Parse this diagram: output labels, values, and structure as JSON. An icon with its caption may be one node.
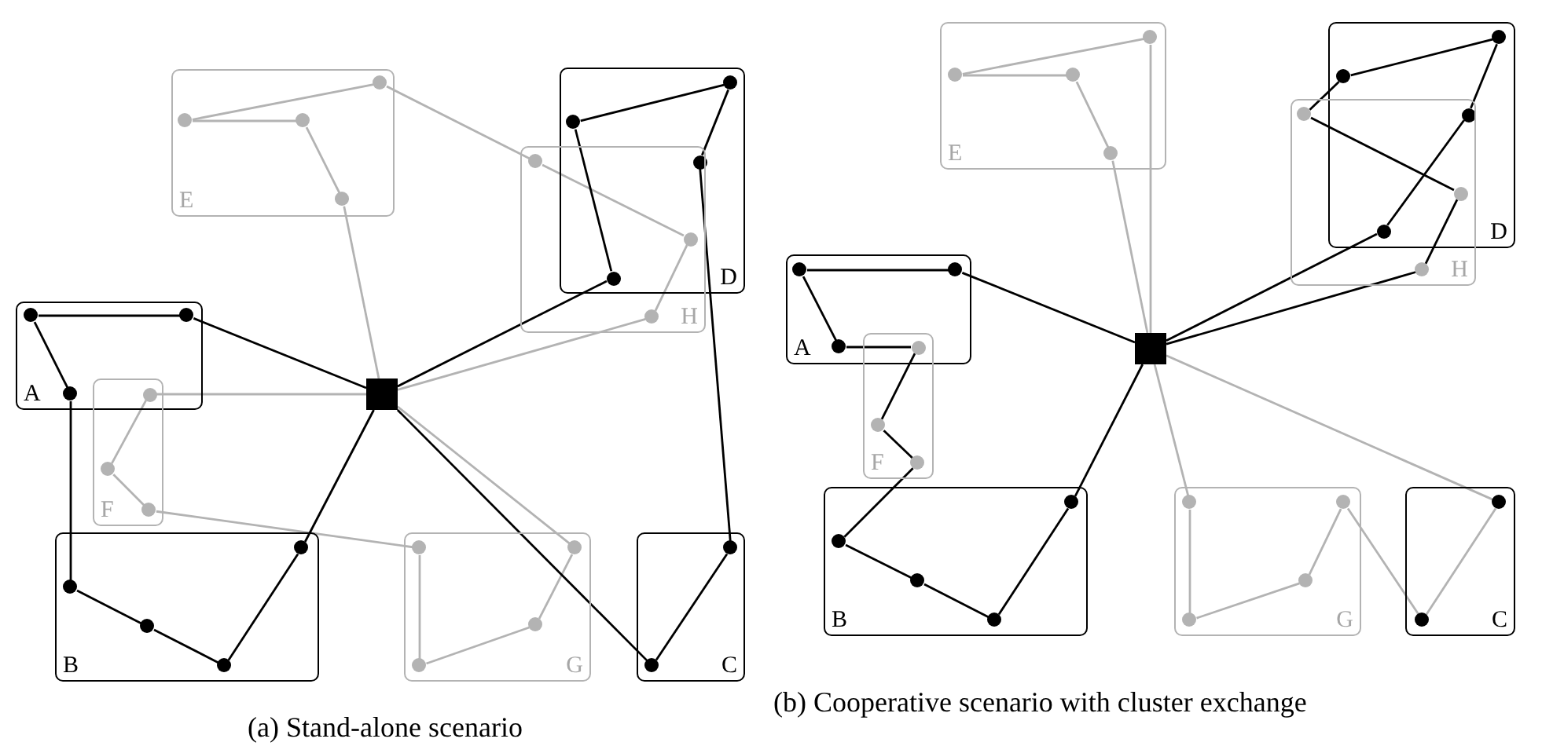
{
  "diagram": {
    "nodes": [
      {
        "text": [
          "E"
        ]
      },
      {
        "text": [],
        "shape": "circle",
        "in": 0
      },
      {
        "text": [],
        "shape": "circle",
        "in": 0
      },
      {
        "text": [],
        "shape": "circle",
        "in": 0
      },
      {
        "text": [],
        "shape": "circle",
        "in": 0
      },
      {
        "text": [
          "D"
        ]
      },
      {
        "text": [],
        "shape": "circle",
        "in": 5
      },
      {
        "text": [],
        "shape": "circle",
        "in": 5
      },
      {
        "text": [],
        "shape": "circle"
      },
      {
        "text": [],
        "shape": "circle"
      },
      {
        "text": [
          "H"
        ]
      },
      {
        "text": [],
        "shape": "circle",
        "in": 10
      },
      {
        "text": [],
        "shape": "circle"
      },
      {
        "text": [],
        "shape": "circle",
        "in": 10
      },
      {
        "text": [
          "A"
        ]
      },
      {
        "text": [],
        "shape": "circle",
        "in": 14
      },
      {
        "text": [],
        "shape": "circle",
        "in": 14
      },
      {
        "text": [],
        "shape": "circle",
        "in": 14
      },
      {
        "text": [
          "F"
        ]
      },
      {
        "text": [],
        "shape": "circle"
      },
      {
        "text": [],
        "shape": "circle",
        "in": 18
      },
      {
        "text": [],
        "shape": "circle",
        "in": 18
      },
      {
        "text": [],
        "shape": "box"
      },
      {
        "text": [
          "B"
        ]
      },
      {
        "text": [],
        "shape": "circle",
        "in": 23
      },
      {
        "text": [],
        "shape": "circle",
        "in": 23
      },
      {
        "text": [],
        "shape": "circle",
        "in": 23
      },
      {
        "text": [],
        "shape": "circle",
        "in": 23
      },
      {
        "text": [
          "G"
        ]
      },
      {
        "text": [],
        "shape": "circle",
        "in": 28
      },
      {
        "text": [],
        "shape": "circle",
        "in": 28
      },
      {
        "text": [],
        "shape": "circle",
        "in": 28
      },
      {
        "text": [],
        "shape": "circle",
        "in": 28
      },
      {
        "text": [
          "C"
        ]
      },
      {
        "text": [],
        "shape": "circle",
        "in": 33
      },
      {
        "text": [],
        "shape": "circle",
        "in": 33
      },
      {
        "text": [
          "E"
        ]
      },
      {
        "text": [],
        "shape": "circle",
        "in": 36
      },
      {
        "text": [],
        "shape": "circle",
        "in": 36
      },
      {
        "text": [],
        "shape": "circle",
        "in": 36
      },
      {
        "text": [],
        "shape": "circle",
        "in": 36
      },
      {
        "text": [
          "D"
        ]
      },
      {
        "text": [],
        "shape": "circle",
        "in": 41
      },
      {
        "text": [],
        "shape": "circle",
        "in": 41
      },
      {
        "text": [],
        "shape": "circle"
      },
      {
        "text": [],
        "shape": "circle"
      },
      {
        "text": [
          "H"
        ]
      },
      {
        "text": [],
        "shape": "circle",
        "in": 46
      },
      {
        "text": [],
        "shape": "circle"
      },
      {
        "text": [],
        "shape": "circle",
        "in": 46
      },
      {
        "text": [
          "A"
        ]
      },
      {
        "text": [],
        "shape": "circle",
        "in": 50
      },
      {
        "text": [],
        "shape": "circle",
        "in": 50
      },
      {
        "text": [],
        "shape": "circle",
        "in": 50
      },
      {
        "text": [
          "F"
        ]
      },
      {
        "text": [],
        "shape": "circle"
      },
      {
        "text": [],
        "shape": "circle",
        "in": 54
      },
      {
        "text": [],
        "shape": "circle",
        "in": 54
      },
      {
        "text": [],
        "shape": "box"
      },
      {
        "text": [
          "B"
        ]
      },
      {
        "text": [],
        "shape": "circle",
        "in": 59
      },
      {
        "text": [],
        "shape": "circle",
        "in": 59
      },
      {
        "text": [],
        "shape": "circle",
        "in": 59
      },
      {
        "text": [],
        "shape": "circle",
        "in": 59
      },
      {
        "text": [
          "G"
        ]
      },
      {
        "text": [],
        "shape": "circle",
        "in": 64
      },
      {
        "text": [],
        "shape": "circle",
        "in": 64
      },
      {
        "text": [],
        "shape": "circle",
        "in": 64
      },
      {
        "text": [],
        "shape": "circle",
        "in": 64
      },
      {
        "text": [
          "C"
        ]
      },
      {
        "text": [],
        "shape": "circle",
        "in": 69
      },
      {
        "text": [],
        "shape": "circle",
        "in": 69
      }
    ],
    "edges": [
      {
        "from": 22,
        "to": 3,
        "arrow": "none",
        "color": "#b3b3b3"
      },
      {
        "from": 3,
        "to": 2,
        "arrow": "none",
        "color": "#b3b3b3"
      },
      {
        "from": 2,
        "to": 1,
        "arrow": "none",
        "color": "#b3b3b3"
      },
      {
        "from": 1,
        "to": 4,
        "arrow": "none",
        "color": "#b3b3b3"
      },
      {
        "from": 4,
        "to": 11,
        "arrow": "none",
        "color": "#b3b3b3"
      },
      {
        "from": 11,
        "to": 12,
        "arrow": "none",
        "color": "#b3b3b3"
      },
      {
        "from": 12,
        "to": 13,
        "arrow": "none",
        "color": "#b3b3b3"
      },
      {
        "from": 13,
        "to": 22,
        "arrow": "none",
        "color": "#b3b3b3"
      },
      {
        "from": 22,
        "to": 19,
        "arrow": "none",
        "color": "#b3b3b3"
      },
      {
        "from": 19,
        "to": 20,
        "arrow": "none",
        "color": "#b3b3b3"
      },
      {
        "from": 20,
        "to": 21,
        "arrow": "none",
        "color": "#b3b3b3"
      },
      {
        "from": 21,
        "to": 29,
        "arrow": "none",
        "color": "#b3b3b3"
      },
      {
        "from": 29,
        "to": 30,
        "arrow": "none",
        "color": "#b3b3b3"
      },
      {
        "from": 30,
        "to": 31,
        "arrow": "none",
        "color": "#b3b3b3"
      },
      {
        "from": 31,
        "to": 32,
        "arrow": "none",
        "color": "#b3b3b3"
      },
      {
        "from": 32,
        "to": 22,
        "arrow": "none",
        "color": "#b3b3b3"
      },
      {
        "from": 22,
        "to": 16,
        "arrow": "none"
      },
      {
        "from": 16,
        "to": 15,
        "arrow": "none"
      },
      {
        "from": 15,
        "to": 17,
        "arrow": "none"
      },
      {
        "from": 17,
        "to": 24,
        "arrow": "none"
      },
      {
        "from": 24,
        "to": 25,
        "arrow": "none"
      },
      {
        "from": 25,
        "to": 26,
        "arrow": "none"
      },
      {
        "from": 26,
        "to": 27,
        "arrow": "none"
      },
      {
        "from": 27,
        "to": 22,
        "arrow": "none"
      },
      {
        "from": 22,
        "to": 9,
        "arrow": "none"
      },
      {
        "from": 9,
        "to": 6,
        "arrow": "none"
      },
      {
        "from": 6,
        "to": 7,
        "arrow": "none"
      },
      {
        "from": 7,
        "to": 8,
        "arrow": "none"
      },
      {
        "from": 8,
        "to": 34,
        "arrow": "none"
      },
      {
        "from": 34,
        "to": 35,
        "arrow": "none"
      },
      {
        "from": 35,
        "to": 22,
        "arrow": "none"
      },
      {
        "from": 58,
        "to": 39,
        "arrow": "none",
        "color": "#b3b3b3"
      },
      {
        "from": 39,
        "to": 38,
        "arrow": "none",
        "color": "#b3b3b3"
      },
      {
        "from": 38,
        "to": 37,
        "arrow": "none",
        "color": "#b3b3b3"
      },
      {
        "from": 37,
        "to": 40,
        "arrow": "none",
        "color": "#b3b3b3"
      },
      {
        "from": 40,
        "to": 58,
        "arrow": "none",
        "color": "#b3b3b3"
      },
      {
        "from": 58,
        "to": 52,
        "arrow": "none"
      },
      {
        "from": 52,
        "to": 51,
        "arrow": "none"
      },
      {
        "from": 51,
        "to": 53,
        "arrow": "none"
      },
      {
        "from": 53,
        "to": 55,
        "arrow": "none"
      },
      {
        "from": 55,
        "to": 56,
        "arrow": "none"
      },
      {
        "from": 56,
        "to": 57,
        "arrow": "none"
      },
      {
        "from": 57,
        "to": 60,
        "arrow": "none"
      },
      {
        "from": 60,
        "to": 61,
        "arrow": "none"
      },
      {
        "from": 61,
        "to": 62,
        "arrow": "none"
      },
      {
        "from": 62,
        "to": 63,
        "arrow": "none"
      },
      {
        "from": 63,
        "to": 58,
        "arrow": "none"
      },
      {
        "from": 58,
        "to": 45,
        "arrow": "none"
      },
      {
        "from": 45,
        "to": 44,
        "arrow": "none"
      },
      {
        "from": 44,
        "to": 43,
        "arrow": "none"
      },
      {
        "from": 43,
        "to": 42,
        "arrow": "none"
      },
      {
        "from": 42,
        "to": 47,
        "arrow": "none"
      },
      {
        "from": 47,
        "to": 48,
        "arrow": "none"
      },
      {
        "from": 48,
        "to": 49,
        "arrow": "none"
      },
      {
        "from": 49,
        "to": 58,
        "arrow": "none"
      },
      {
        "from": 58,
        "to": 65,
        "arrow": "none",
        "color": "#b3b3b3"
      },
      {
        "from": 65,
        "to": 66,
        "arrow": "none",
        "color": "#b3b3b3"
      },
      {
        "from": 66,
        "to": 67,
        "arrow": "none",
        "color": "#b3b3b3"
      },
      {
        "from": 67,
        "to": 68,
        "arrow": "none",
        "color": "#b3b3b3"
      },
      {
        "from": 68,
        "to": 71,
        "arrow": "none",
        "color": "#b3b3b3"
      },
      {
        "from": 71,
        "to": 70,
        "arrow": "none",
        "color": "#b3b3b3"
      },
      {
        "from": 70,
        "to": 58,
        "arrow": "none",
        "color": "#b3b3b3"
      }
    ],
    "labels": [
      "(a) Stand-alone scenario",
      "(b) Cooperative scenario with cluster exchange"
    ]
  }
}
